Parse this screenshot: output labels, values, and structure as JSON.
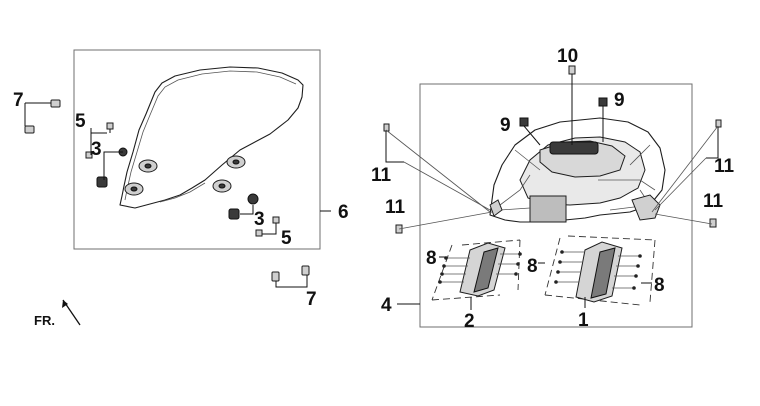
{
  "callouts": {
    "c1": "1",
    "c2": "2",
    "c3a": "3",
    "c3b": "3",
    "c4": "4",
    "c5a": "5",
    "c5b": "5",
    "c6": "6",
    "c7a": "7",
    "c7b": "7",
    "c8a": "8",
    "c8b": "8",
    "c8c": "8",
    "c9a": "9",
    "c9b": "9",
    "c10": "10",
    "c11a": "11",
    "c11b": "11",
    "c11c": "11",
    "c11d": "11"
  },
  "direction_label": "FR."
}
